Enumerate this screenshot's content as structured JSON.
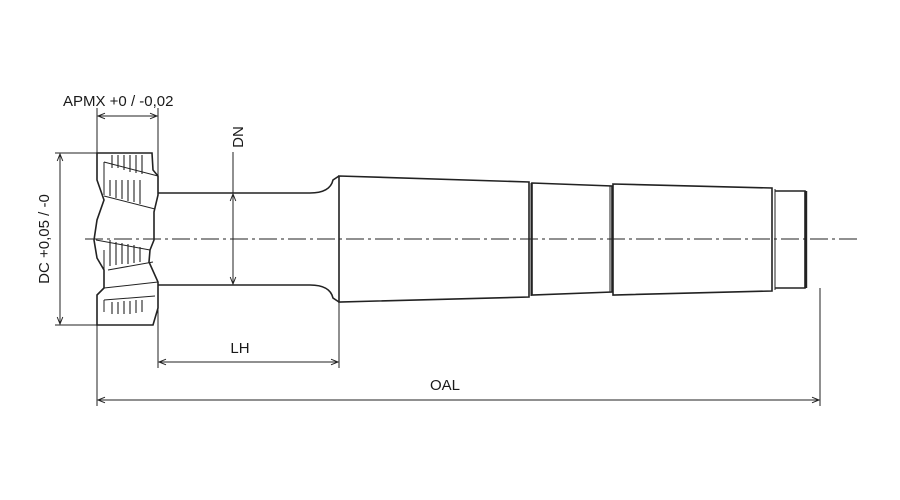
{
  "drawing": {
    "title": "T-slot milling cutter with taper shank",
    "dimensions": {
      "apmx": "APMX +0 / -0,02",
      "dc": "DC +0,05 / -0",
      "dn": "DN",
      "lh": "LH",
      "oal": "OAL"
    },
    "colors": {
      "line": "#222222",
      "background": "#ffffff"
    }
  }
}
